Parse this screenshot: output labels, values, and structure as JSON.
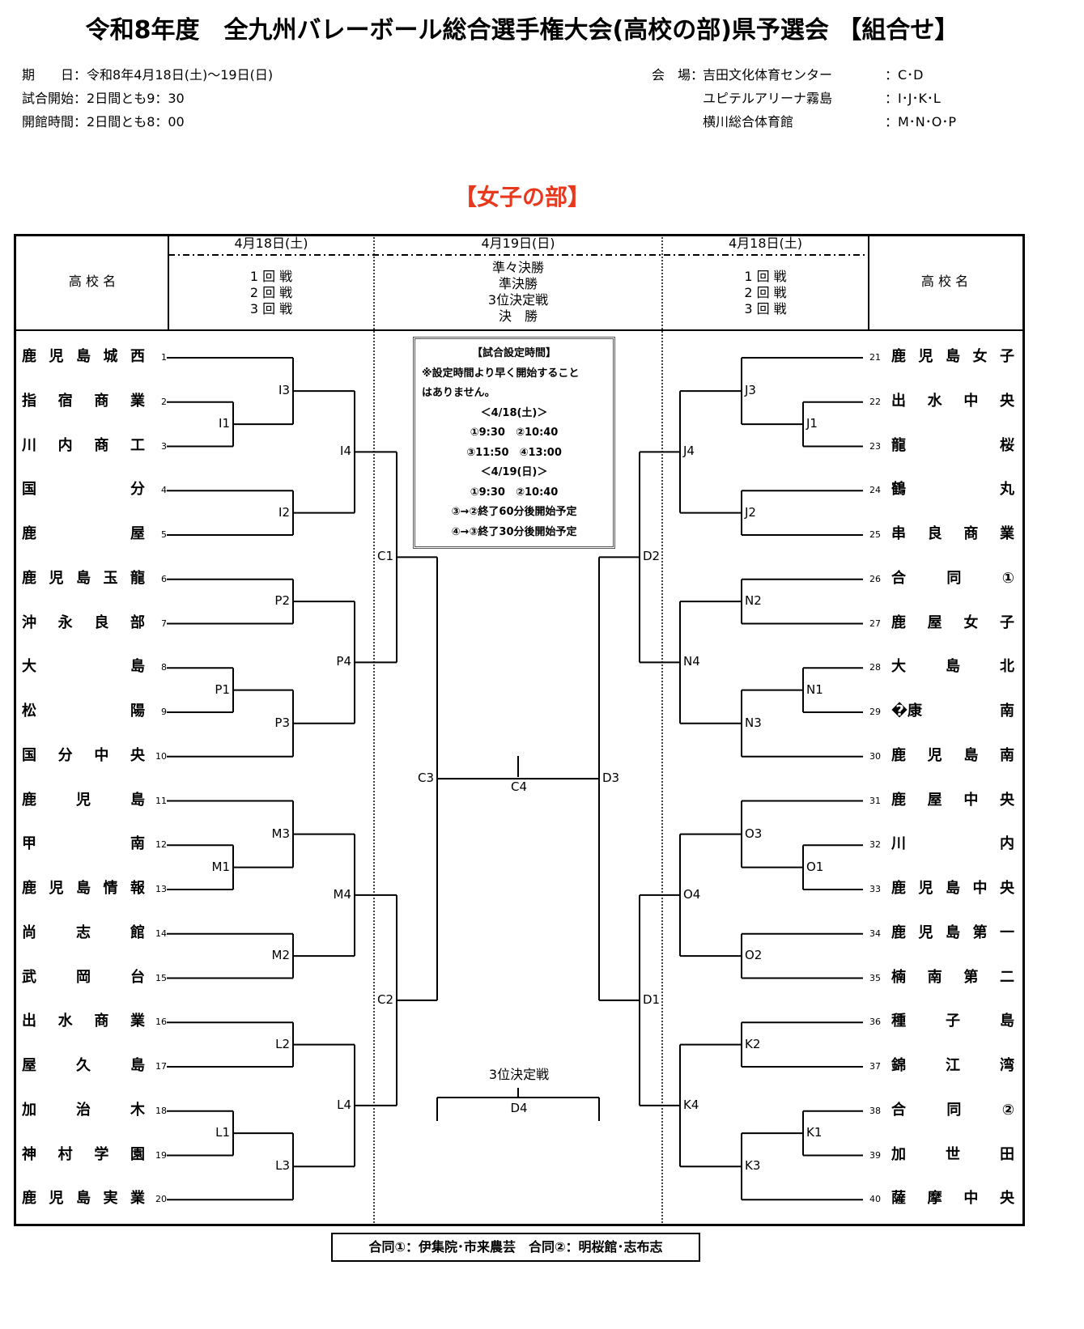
{
  "title": "令和8年度　全九州バレーボール総合選手権大会(高校の部)県予選会 【組合せ】",
  "info": {
    "period_label": "期　　日",
    "period_value": "：令和8年4月18日(土)～19日(日)",
    "start_label": "試合開始",
    "start_value": "：2日間とも9：30",
    "open_label": "開館時間",
    "open_value": "：2日間とも8：00",
    "venue_label": "会　場：",
    "venues": [
      {
        "name": "吉田文化体育センター",
        "courts": "：C･D"
      },
      {
        "name": "ユピテルアリーナ霧島",
        "courts": "：I･J･K･L"
      },
      {
        "name": "横川総合体育館",
        "courts": "：M･N･O･P"
      }
    ]
  },
  "section_title": "【女子の部】",
  "colors": {
    "section_title": "#e8381e",
    "lines": "#000000"
  },
  "header": {
    "school_col": "高 校 名",
    "left_date": "4月18日(土)",
    "center_date": "4月19日(日)",
    "right_date": "4月18日(土)",
    "early_rounds": [
      "1 回 戦",
      "2 回 戦",
      "3 回 戦"
    ],
    "final_rounds": [
      "準々決勝",
      "準決勝",
      "3位決定戦",
      "決　勝"
    ]
  },
  "schedule_box": {
    "title": "【試合設定時間】",
    "note1": "※設定時間より早く開始すること",
    "note2": "はありません。",
    "day1": "＜4/18(土)＞",
    "day1_slots1": "①9:30　②10:40",
    "day1_slots2": "③11:50　④13:00",
    "day2": "＜4/19(日)＞",
    "day2_slots1": "①9:30　②10:40",
    "day2_rule3": "③→②終了60分後開始予定",
    "day2_rule4": "④→③終了30分後開始予定"
  },
  "left_teams": [
    {
      "seed": "1",
      "chars": [
        "鹿",
        "児",
        "島",
        "城",
        "西"
      ]
    },
    {
      "seed": "2",
      "chars": [
        "指",
        "宿",
        "商",
        "業"
      ]
    },
    {
      "seed": "3",
      "chars": [
        "川",
        "内",
        "商",
        "工"
      ]
    },
    {
      "seed": "4",
      "chars": [
        "国",
        "分"
      ]
    },
    {
      "seed": "5",
      "chars": [
        "鹿",
        "屋"
      ]
    },
    {
      "seed": "6",
      "chars": [
        "鹿",
        "児",
        "島",
        "玉",
        "龍"
      ]
    },
    {
      "seed": "7",
      "chars": [
        "沖",
        "永",
        "良",
        "部"
      ]
    },
    {
      "seed": "8",
      "chars": [
        "大",
        "島"
      ]
    },
    {
      "seed": "9",
      "chars": [
        "松",
        "陽"
      ]
    },
    {
      "seed": "10",
      "chars": [
        "国",
        "分",
        "中",
        "央"
      ]
    },
    {
      "seed": "11",
      "chars": [
        "鹿",
        "児",
        "島"
      ]
    },
    {
      "seed": "12",
      "chars": [
        "甲",
        "南"
      ]
    },
    {
      "seed": "13",
      "chars": [
        "鹿",
        "児",
        "島",
        "情",
        "報"
      ]
    },
    {
      "seed": "14",
      "chars": [
        "尚",
        "志",
        "館"
      ]
    },
    {
      "seed": "15",
      "chars": [
        "武",
        "岡",
        "台"
      ]
    },
    {
      "seed": "16",
      "chars": [
        "出",
        "水",
        "商",
        "業"
      ]
    },
    {
      "seed": "17",
      "chars": [
        "屋",
        "久",
        "島"
      ]
    },
    {
      "seed": "18",
      "chars": [
        "加",
        "治",
        "木"
      ]
    },
    {
      "seed": "19",
      "chars": [
        "神",
        "村",
        "学",
        "園"
      ]
    },
    {
      "seed": "20",
      "chars": [
        "鹿",
        "児",
        "島",
        "実",
        "業"
      ]
    }
  ],
  "right_teams": [
    {
      "seed": "21",
      "chars": [
        "鹿",
        "児",
        "島",
        "女",
        "子"
      ]
    },
    {
      "seed": "22",
      "chars": [
        "出",
        "水",
        "中",
        "央"
      ]
    },
    {
      "seed": "23",
      "chars": [
        "龍",
        "桜"
      ]
    },
    {
      "seed": "24",
      "chars": [
        "鶴",
        "丸"
      ]
    },
    {
      "seed": "25",
      "chars": [
        "串",
        "良",
        "商",
        "業"
      ]
    },
    {
      "seed": "26",
      "chars": [
        "合",
        "同",
        "①"
      ]
    },
    {
      "seed": "27",
      "chars": [
        "鹿",
        "屋",
        "女",
        "子"
      ]
    },
    {
      "seed": "28",
      "chars": [
        "大",
        "島",
        "北"
      ]
    },
    {
      "seed": "29",
      "chars": [
        "�康",
        "南"
      ]
    },
    {
      "seed": "30",
      "chars": [
        "鹿",
        "児",
        "島",
        "南"
      ]
    },
    {
      "seed": "31",
      "chars": [
        "鹿",
        "屋",
        "中",
        "央"
      ]
    },
    {
      "seed": "32",
      "chars": [
        "川",
        "内"
      ]
    },
    {
      "seed": "33",
      "chars": [
        "鹿",
        "児",
        "島",
        "中",
        "央"
      ]
    },
    {
      "seed": "34",
      "chars": [
        "鹿",
        "児",
        "島",
        "第",
        "一"
      ]
    },
    {
      "seed": "35",
      "chars": [
        "楠",
        "南",
        "第",
        "二"
      ]
    },
    {
      "seed": "36",
      "chars": [
        "種",
        "子",
        "島"
      ]
    },
    {
      "seed": "37",
      "chars": [
        "錦",
        "江",
        "湾"
      ]
    },
    {
      "seed": "38",
      "chars": [
        "合",
        "同",
        "②"
      ]
    },
    {
      "seed": "39",
      "chars": [
        "加",
        "世",
        "田"
      ]
    },
    {
      "seed": "40",
      "chars": [
        "薩",
        "摩",
        "中",
        "央"
      ]
    }
  ],
  "matches": {
    "left": [
      {
        "label": "I1",
        "kind": "r1",
        "pair": [
          1,
          2
        ]
      },
      {
        "label": "I3",
        "kind": "r2",
        "from": [
          0,
          "I1"
        ]
      },
      {
        "label": "I2",
        "kind": "r2",
        "pair": [
          3,
          4
        ]
      },
      {
        "label": "I4",
        "kind": "r3",
        "from": [
          "I3",
          "I2"
        ]
      },
      {
        "label": "P2",
        "kind": "r2",
        "pair": [
          5,
          6
        ]
      },
      {
        "label": "P1",
        "kind": "r1",
        "pair": [
          7,
          8
        ]
      },
      {
        "label": "P3",
        "kind": "r2",
        "from": [
          "P1",
          9
        ]
      },
      {
        "label": "P4",
        "kind": "r3",
        "from": [
          "P2",
          "P3"
        ]
      },
      {
        "label": "M1",
        "kind": "r1",
        "pair": [
          11,
          12
        ]
      },
      {
        "label": "M3",
        "kind": "r2",
        "from": [
          10,
          "M1"
        ]
      },
      {
        "label": "M2",
        "kind": "r2",
        "pair": [
          13,
          14
        ]
      },
      {
        "label": "M4",
        "kind": "r3",
        "from": [
          "M3",
          "M2"
        ]
      },
      {
        "label": "L2",
        "kind": "r2",
        "pair": [
          15,
          16
        ]
      },
      {
        "label": "L1",
        "kind": "r1",
        "pair": [
          17,
          18
        ]
      },
      {
        "label": "L3",
        "kind": "r2",
        "from": [
          "L1",
          19
        ]
      },
      {
        "label": "L4",
        "kind": "r3",
        "from": [
          "L2",
          "L3"
        ]
      },
      {
        "label": "C1",
        "kind": "qf",
        "from": [
          "I4",
          "P4"
        ]
      },
      {
        "label": "C2",
        "kind": "qf",
        "from": [
          "M4",
          "L4"
        ]
      },
      {
        "label": "C3",
        "kind": "sf",
        "from": [
          "C1",
          "C2"
        ]
      }
    ],
    "right": [
      {
        "label": "J1",
        "kind": "r1",
        "pair": [
          1,
          2
        ]
      },
      {
        "label": "J3",
        "kind": "r2",
        "from": [
          0,
          "J1"
        ]
      },
      {
        "label": "J2",
        "kind": "r2",
        "pair": [
          3,
          4
        ]
      },
      {
        "label": "J4",
        "kind": "r3",
        "from": [
          "J3",
          "J2"
        ]
      },
      {
        "label": "N2",
        "kind": "r2",
        "pair": [
          5,
          6
        ]
      },
      {
        "label": "N1",
        "kind": "r1",
        "pair": [
          7,
          8
        ]
      },
      {
        "label": "N3",
        "kind": "r2",
        "from": [
          "N1",
          9
        ]
      },
      {
        "label": "N4",
        "kind": "r3",
        "from": [
          "N2",
          "N3"
        ]
      },
      {
        "label": "O1",
        "kind": "r1",
        "pair": [
          11,
          12
        ]
      },
      {
        "label": "O3",
        "kind": "r2",
        "from": [
          10,
          "O1"
        ]
      },
      {
        "label": "O2",
        "kind": "r2",
        "pair": [
          13,
          14
        ]
      },
      {
        "label": "O4",
        "kind": "r3",
        "from": [
          "O3",
          "O2"
        ]
      },
      {
        "label": "K2",
        "kind": "r2",
        "pair": [
          15,
          16
        ]
      },
      {
        "label": "K1",
        "kind": "r1",
        "pair": [
          17,
          18
        ]
      },
      {
        "label": "K3",
        "kind": "r2",
        "from": [
          "K1",
          19
        ]
      },
      {
        "label": "K4",
        "kind": "r3",
        "from": [
          "K2",
          "K3"
        ]
      },
      {
        "label": "D2",
        "kind": "qf",
        "from": [
          "J4",
          "N4"
        ]
      },
      {
        "label": "D1",
        "kind": "qf",
        "from": [
          "O4",
          "K4"
        ]
      },
      {
        "label": "D3",
        "kind": "sf",
        "from": [
          "D2",
          "D1"
        ]
      }
    ],
    "final_label": "C4",
    "third_place_title": "3位決定戦",
    "third_place_label": "D4"
  },
  "footnote": "合同①：伊集院･市来農芸　合同②：明桜館･志布志"
}
